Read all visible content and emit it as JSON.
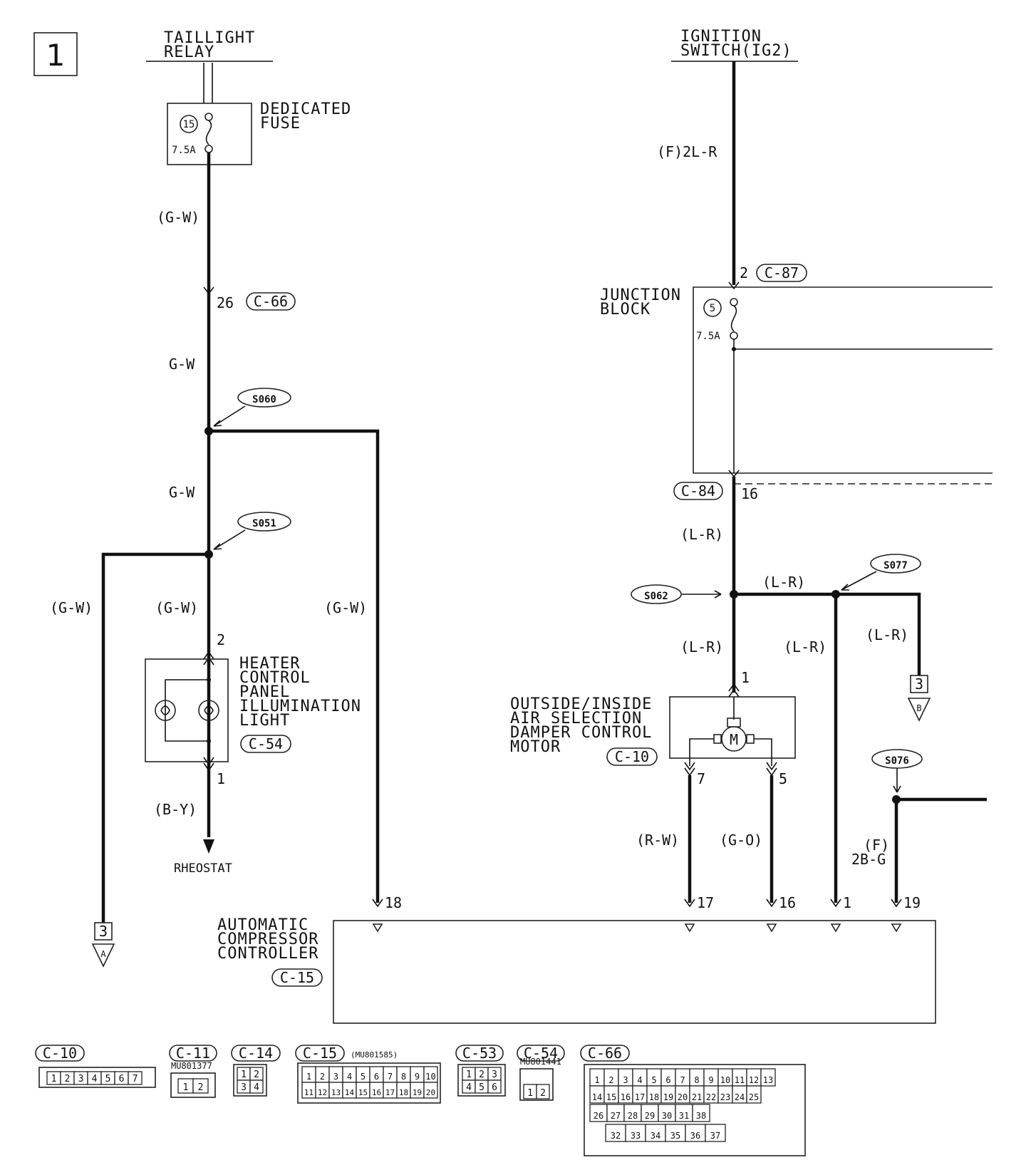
{
  "page_number": "1",
  "taillight_relay": "TAILLIGHT\nRELAY",
  "ignition_switch": "IGNITION\nSWITCH(IG2)",
  "dedicated_fuse": {
    "label": "DEDICATED\nFUSE",
    "number": "15",
    "rating": "7.5A"
  },
  "junction_block": {
    "label": "JUNCTION\nBLOCK",
    "fuse_number": "5",
    "rating": "7.5A"
  },
  "wire_labels": {
    "gw_paren_top": "(G-W)",
    "gw_1": "G-W",
    "gw_2": "G-W",
    "gw_left": "(G-W)",
    "gw_mid": "(G-W)",
    "gw_right": "(G-W)",
    "by": "(B-Y)",
    "f2lr": "(F)2L-R",
    "lr_1": "(L-R)",
    "lr_2": "(L-R)",
    "lr_3": "(L-R)",
    "lr_4": "(L-R)",
    "lr_5": "(L-R)",
    "rw": "(R-W)",
    "go": "(G-O)",
    "f2bg_1": "(F)",
    "f2bg_2": "2B-G"
  },
  "pins": {
    "c66_pin": "26",
    "c87_pin": "2",
    "c84_pin": "16",
    "c54_pin2": "2",
    "c54_pin1": "1",
    "c10_pin1": "1",
    "c10_pin7": "7",
    "c10_pin5": "5",
    "c15_18": "18",
    "c15_17": "17",
    "c15_16": "16",
    "c15_1": "1",
    "c15_19": "19"
  },
  "connectors": {
    "c66": "C-66",
    "c87": "C-87",
    "c84": "C-84",
    "c54": "C-54",
    "c10": "C-10",
    "c15": "C-15"
  },
  "splices": {
    "s060": "S060",
    "s051": "S051",
    "s062": "S062",
    "s077": "S077",
    "s076": "S076"
  },
  "components": {
    "heater_panel": "HEATER\nCONTROL\nPANEL\nILLUMINATION\nLIGHT",
    "damper_motor": "OUTSIDE/INSIDE\nAIR SELECTION\nDAMPER CONTROL\nMOTOR",
    "motor_symbol": "M",
    "compressor_controller": "AUTOMATIC\nCOMPRESSOR\nCONTROLLER",
    "rheostat": "RHEOSTAT"
  },
  "offpage": {
    "a_page": "3",
    "a_letter": "A",
    "b_page": "3",
    "b_letter": "B"
  },
  "connector_views": {
    "c10": {
      "label": "C-10",
      "pins": [
        "1",
        "2",
        "3",
        "4",
        "5",
        "6",
        "7"
      ]
    },
    "c11": {
      "label": "C-11",
      "part": "MU801377",
      "pins": [
        "1",
        "2"
      ]
    },
    "c14": {
      "label": "C-14",
      "pins": [
        "1",
        "2",
        "3",
        "4"
      ]
    },
    "c15": {
      "label": "C-15",
      "part": "(MU801585)",
      "row1": [
        "1",
        "2",
        "3",
        "4",
        "5",
        "6",
        "7",
        "8",
        "9",
        "10"
      ],
      "row2": [
        "11",
        "12",
        "13",
        "14",
        "15",
        "16",
        "17",
        "18",
        "19",
        "20"
      ]
    },
    "c53": {
      "label": "C-53",
      "pins": [
        "1",
        "2",
        "3",
        "4",
        "5",
        "6"
      ]
    },
    "c54": {
      "label": "C-54",
      "part": "MU801441",
      "pins": [
        "1",
        "2"
      ]
    },
    "c66": {
      "label": "C-66",
      "row1": [
        "1",
        "2",
        "3",
        "4",
        "5",
        "6",
        "7",
        "8",
        "9",
        "10",
        "11",
        "12",
        "13"
      ],
      "row2": [
        "14",
        "15",
        "16",
        "17",
        "18",
        "19",
        "20",
        "21",
        "22",
        "23",
        "24",
        "25"
      ],
      "row3": [
        "26",
        "27",
        "28",
        "29",
        "30",
        "31",
        "38"
      ],
      "row4": [
        "32",
        "33",
        "34",
        "35",
        "36",
        "37"
      ]
    }
  }
}
